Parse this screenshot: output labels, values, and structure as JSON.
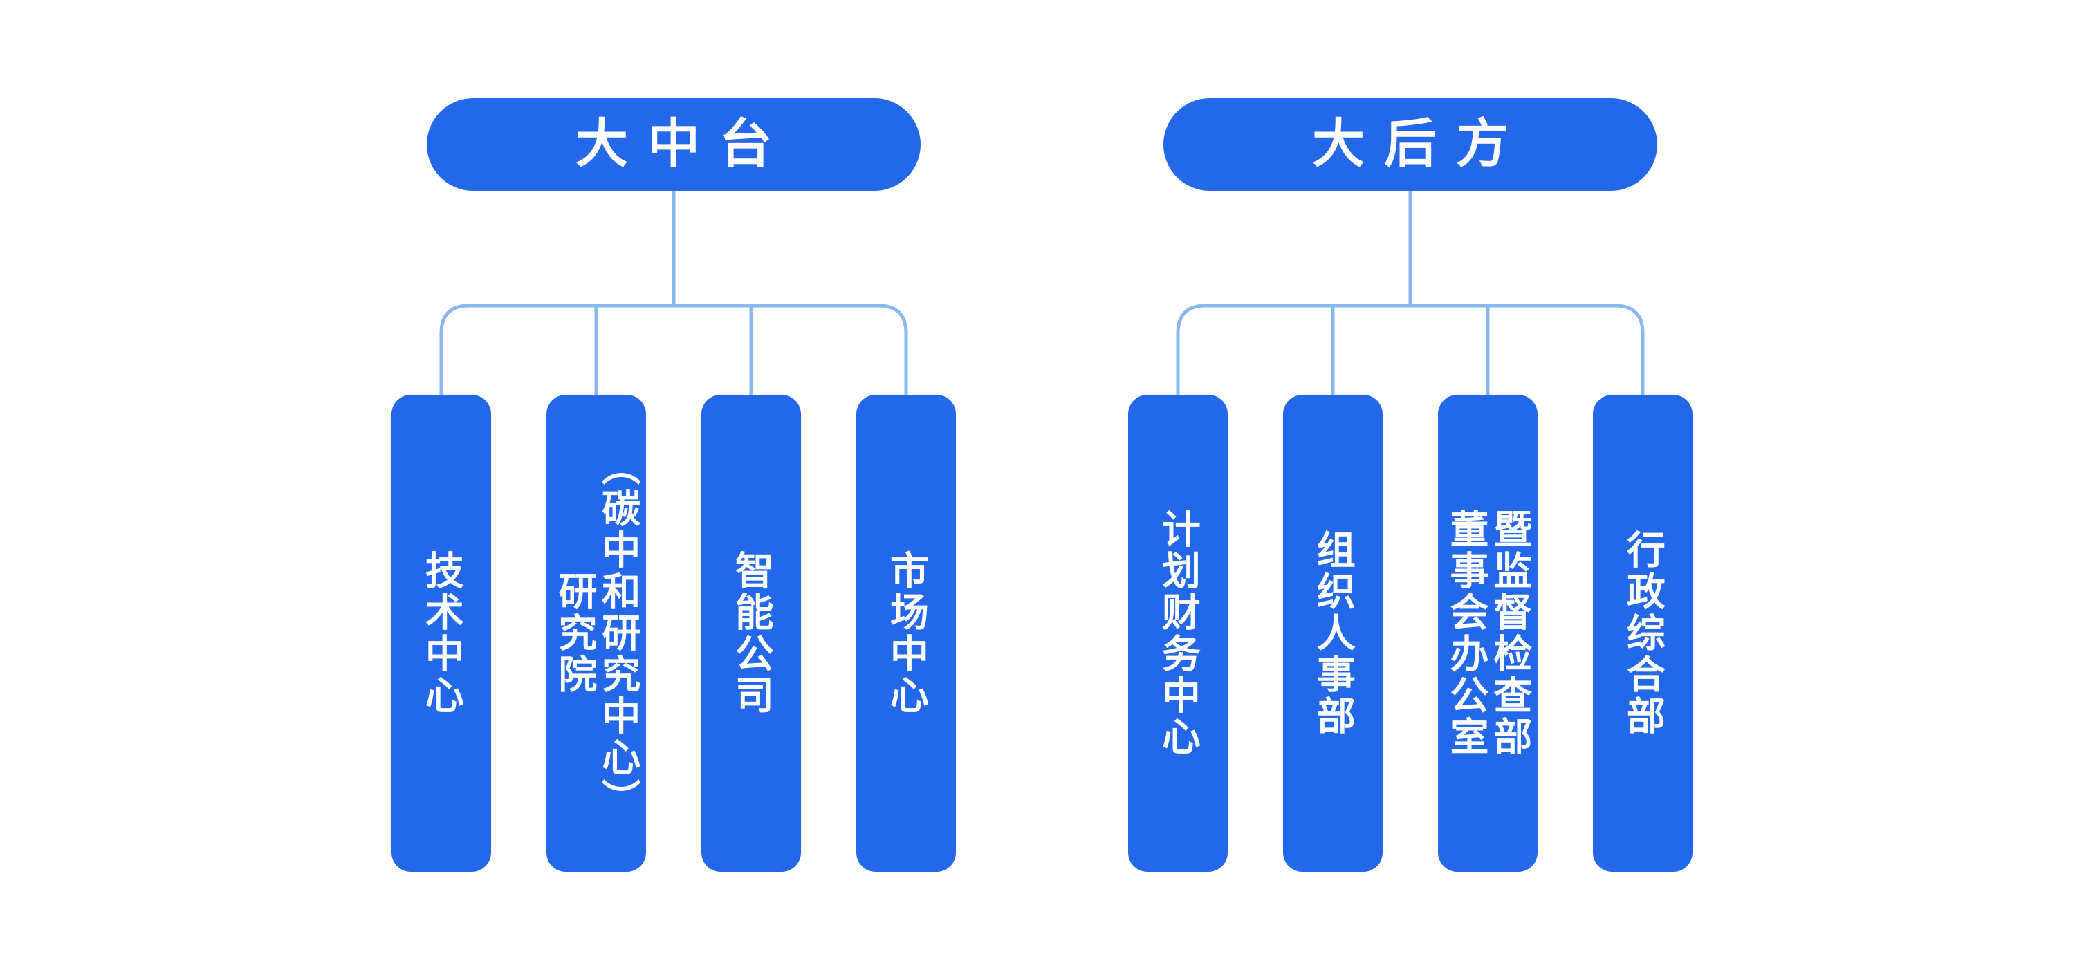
{
  "colors": {
    "node_fill": "#2368e9",
    "node_text": "#ffffff",
    "connector": "#87b8ee",
    "background": "#ffffff"
  },
  "groups": [
    {
      "parent": {
        "label": "大中台"
      },
      "children": [
        {
          "label": "技术中心"
        },
        {
          "label": "研究院\n（碳中和研究中心）"
        },
        {
          "label": "智能公司"
        },
        {
          "label": "市场中心"
        }
      ]
    },
    {
      "parent": {
        "label": "大后方"
      },
      "children": [
        {
          "label": "计划财务中心"
        },
        {
          "label": "组织人事部"
        },
        {
          "label": "董事会办公室\n暨监督检查部"
        },
        {
          "label": "行政综合部"
        }
      ]
    }
  ]
}
